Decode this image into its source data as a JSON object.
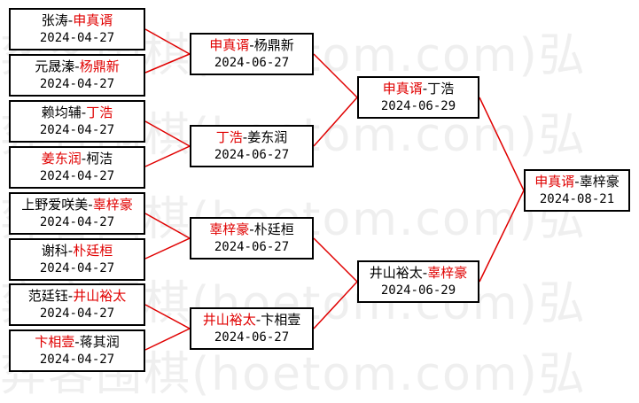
{
  "watermark": "弈客围棋(hoetom.com)弘",
  "matches": [
    {
      "p1": "张涛",
      "p2": "申真谞",
      "winner": 2,
      "date": "2024-04-27"
    },
    {
      "p1": "元晟溱",
      "p2": "杨鼎新",
      "winner": 2,
      "date": "2024-04-27"
    },
    {
      "p1": "赖均辅",
      "p2": "丁浩",
      "winner": 2,
      "date": "2024-04-27"
    },
    {
      "p1": "姜东润",
      "p2": "柯洁",
      "winner": 1,
      "date": "2024-04-27"
    },
    {
      "p1": "上野爱咲美",
      "p2": "辜梓豪",
      "winner": 2,
      "date": "2024-04-27"
    },
    {
      "p1": "谢科",
      "p2": "朴廷桓",
      "winner": 2,
      "date": "2024-04-27"
    },
    {
      "p1": "范廷钰",
      "p2": "井山裕太",
      "winner": 2,
      "date": "2024-04-27"
    },
    {
      "p1": "卞相壹",
      "p2": "蒋其润",
      "winner": 1,
      "date": "2024-04-27"
    },
    {
      "p1": "申真谞",
      "p2": "杨鼎新",
      "winner": 1,
      "date": "2024-06-27"
    },
    {
      "p1": "丁浩",
      "p2": "姜东润",
      "winner": 1,
      "date": "2024-06-27"
    },
    {
      "p1": "辜梓豪",
      "p2": "朴廷桓",
      "winner": 1,
      "date": "2024-06-27"
    },
    {
      "p1": "井山裕太",
      "p2": "卞相壹",
      "winner": 1,
      "date": "2024-06-27"
    },
    {
      "p1": "申真谞",
      "p2": "丁浩",
      "winner": 1,
      "date": "2024-06-29"
    },
    {
      "p1": "井山裕太",
      "p2": "辜梓豪",
      "winner": 2,
      "date": "2024-06-29"
    },
    {
      "p1": "申真谞",
      "p2": "辜梓豪",
      "winner": 1,
      "date": "2024-08-21"
    }
  ],
  "colors": {
    "winner": "#e00000",
    "loser": "#000000",
    "connector": "#e00000",
    "border": "#000000"
  }
}
